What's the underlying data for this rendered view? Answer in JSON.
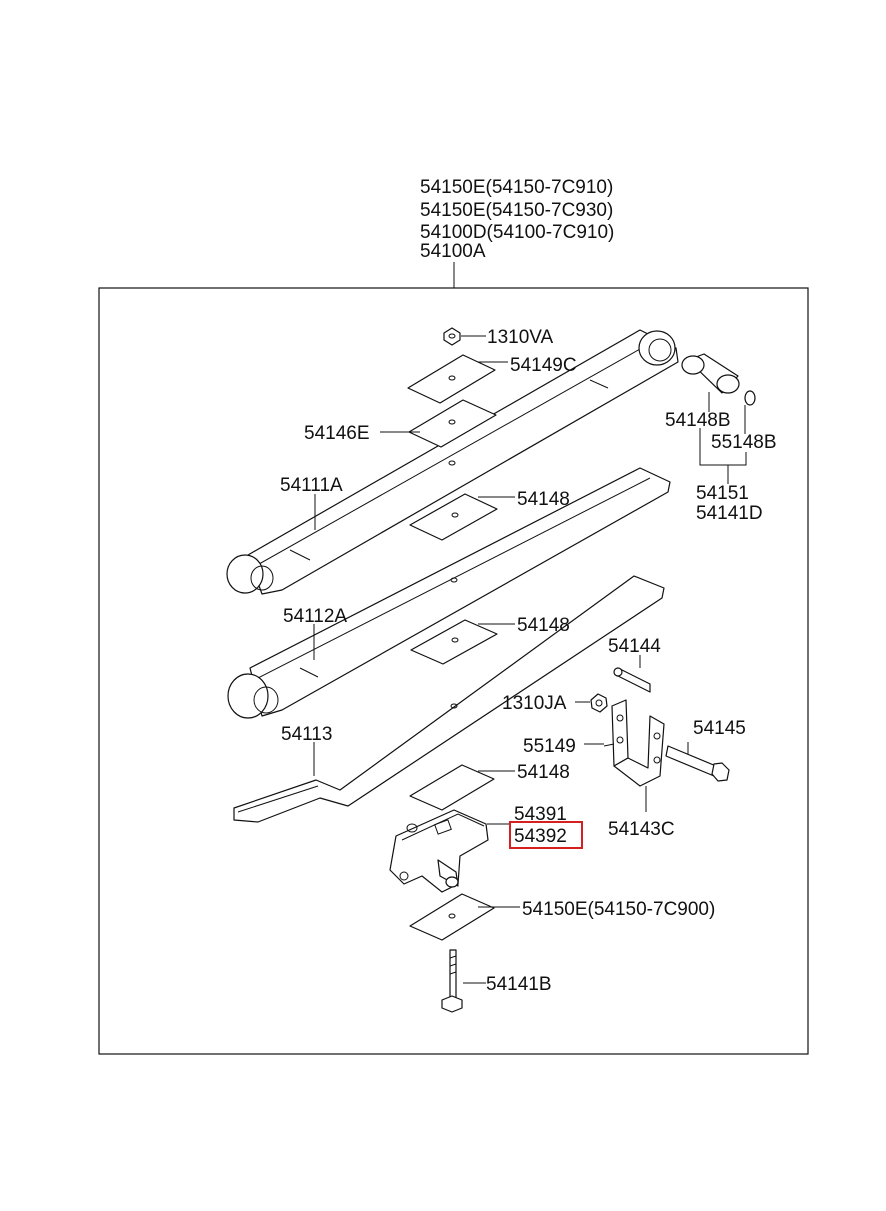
{
  "header_labels": [
    "54150E(54150-7C910)",
    "54150E(54150-7C930)",
    "54100D(54100-7C910)",
    "54100A"
  ],
  "parts": {
    "p1310VA": "1310VA",
    "p54149C": "54149C",
    "p54146E": "54146E",
    "p54148B": "54148B",
    "p55148B": "55148B",
    "p54151": "54151",
    "p54141D": "54141D",
    "p54111A": "54111A",
    "p54148a": "54148",
    "p54112A": "54112A",
    "p54148b": "54148",
    "p54144": "54144",
    "p1310JA": "1310JA",
    "p54145": "54145",
    "p55149": "55149",
    "p54113": "54113",
    "p54148c": "54148",
    "p54143C": "54143C",
    "p54391": "54391",
    "p54392": "54392",
    "p54150E": "54150E(54150-7C900)",
    "p54141B": "54141B"
  },
  "highlighted_part": "54392",
  "colors": {
    "line": "#111111",
    "highlight": "#d62020",
    "background": "#ffffff"
  }
}
